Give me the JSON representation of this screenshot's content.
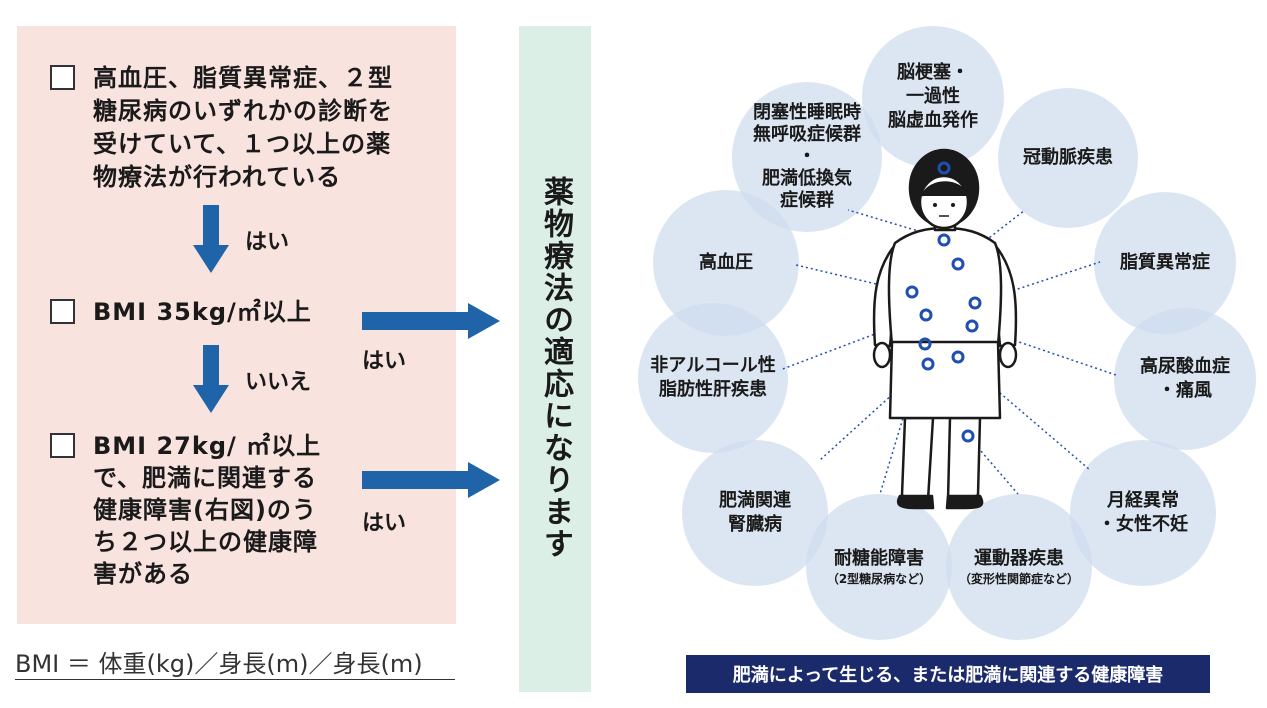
{
  "left_panel": {
    "items": [
      {
        "text": "高血圧、脂質異常症、２型\n糖尿病のいずれかの診断を\n受けていて、１つ以上の薬\n物療法が行われている"
      },
      {
        "text": "BMI 35kg/㎡以上"
      },
      {
        "text": "BMI 27kg/ ㎡以上\nで、肥満に関連する\n健康障害(右図)のう\nち２つ以上の健康障\n害がある"
      }
    ],
    "arrow_labels": [
      "はい",
      "いいえ"
    ],
    "right_arrow_labels": [
      "はい",
      "はい"
    ],
    "formula": "BMI ＝ 体重(kg)／身長(m)／身長(m)"
  },
  "center": {
    "text": "薬物療法の適応になります",
    "color": "#dcefe7"
  },
  "diagram": {
    "conditions": [
      {
        "label": "脳梗塞・\n一過性\n脳虚血発作",
        "sub": ""
      },
      {
        "label": "冠動脈疾患",
        "sub": ""
      },
      {
        "label": "脂質異常症",
        "sub": ""
      },
      {
        "label": "高尿酸血症\n・痛風",
        "sub": ""
      },
      {
        "label": "月経異常\n・女性不妊",
        "sub": ""
      },
      {
        "label": "運動器疾患",
        "sub": "（変形性関節症など）"
      },
      {
        "label": "耐糖能障害",
        "sub": "（2型糖尿病など）"
      },
      {
        "label": "肥満関連\n腎臓病",
        "sub": ""
      },
      {
        "label": "非アルコール性\n脂肪性肝疾患",
        "sub": ""
      },
      {
        "label": "高血圧",
        "sub": ""
      },
      {
        "label": "閉塞性睡眠時\n無呼吸症候群\n・\n肥満低換気\n症候群",
        "sub": ""
      }
    ],
    "caption": "肥満によって生じる、または肥満に関連する健康障害",
    "colors": {
      "arrow": "#1f63a8",
      "marker": "#1f4fb0",
      "caption_bg": "#1b2a6b",
      "bubble": "#cddcee"
    }
  }
}
